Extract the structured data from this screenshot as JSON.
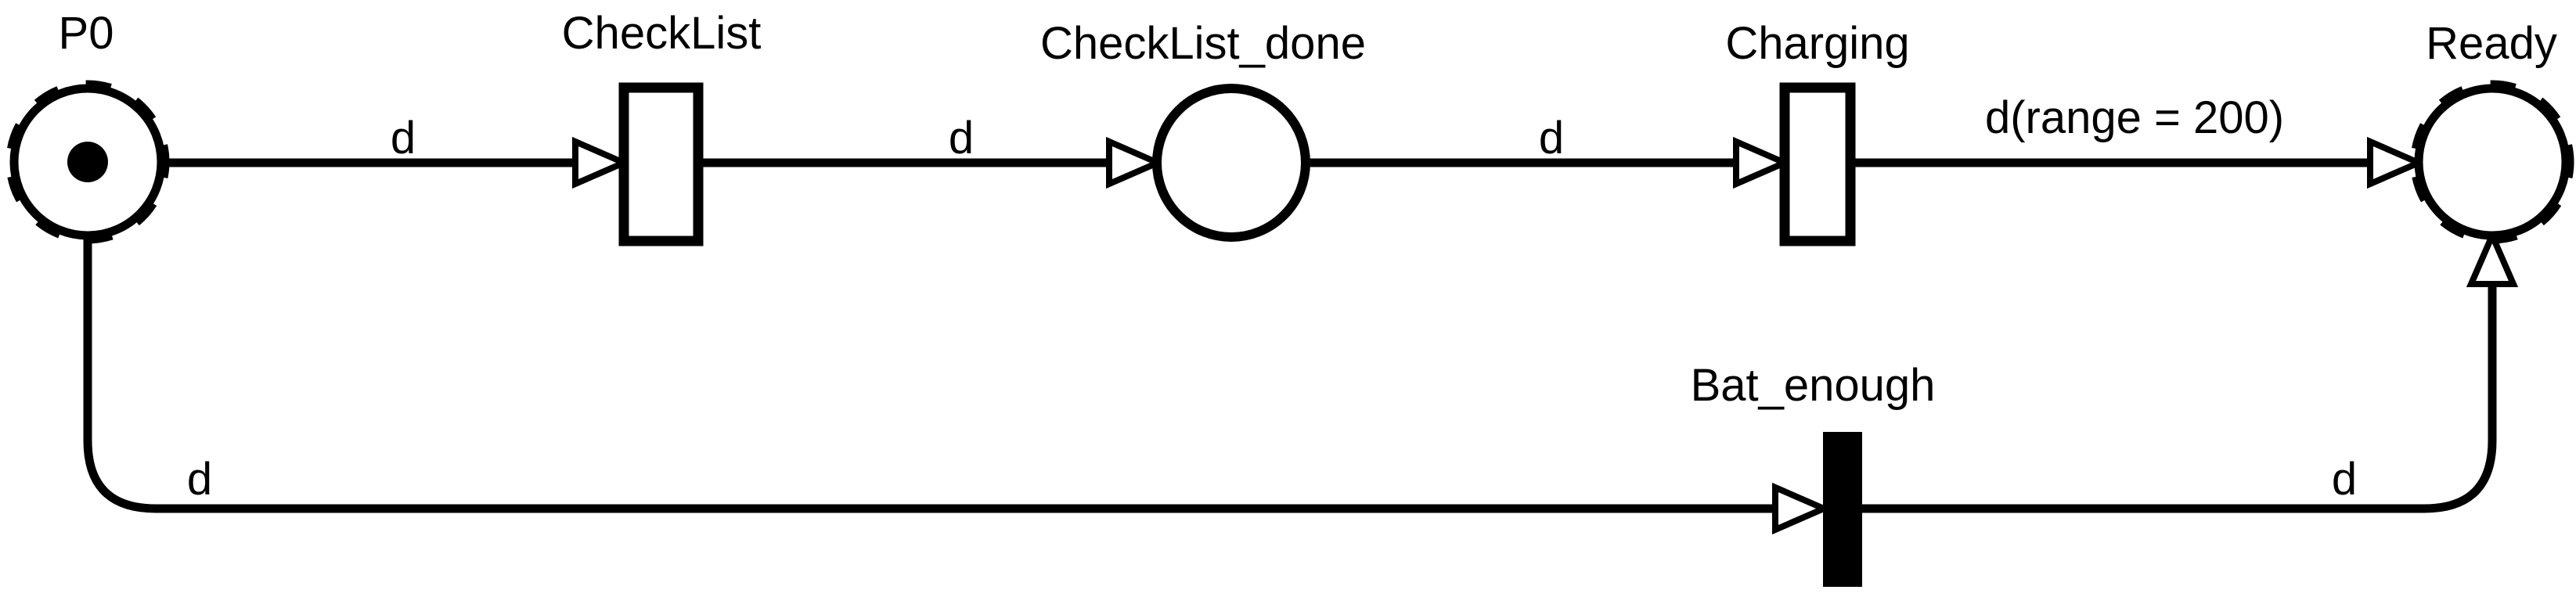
{
  "diagram": {
    "kind": "petri-net",
    "background_color": "#ffffff",
    "stroke_color": "#000000",
    "places": [
      {
        "id": "P0",
        "label": "P0",
        "tokens": 1,
        "border_style": "solid-with-dash-ticks"
      },
      {
        "id": "CheckList_done",
        "label": "CheckList_done",
        "tokens": 0,
        "border_style": "solid"
      },
      {
        "id": "Ready",
        "label": "Ready",
        "tokens": 0,
        "border_style": "solid-with-dash-ticks"
      }
    ],
    "transitions": [
      {
        "id": "CheckList",
        "label": "CheckList",
        "style": "hollow-rectangle"
      },
      {
        "id": "Charging",
        "label": "Charging",
        "style": "hollow-rectangle"
      },
      {
        "id": "Bat_enough",
        "label": "Bat_enough",
        "style": "filled-rectangle"
      }
    ],
    "arcs": [
      {
        "from": "P0",
        "to": "CheckList",
        "label": "d"
      },
      {
        "from": "CheckList",
        "to": "CheckList_done",
        "label": "d"
      },
      {
        "from": "CheckList_done",
        "to": "Charging",
        "label": "d"
      },
      {
        "from": "Charging",
        "to": "Ready",
        "label": "d(range = 200)"
      },
      {
        "from": "P0",
        "to": "Bat_enough",
        "label": "d"
      },
      {
        "from": "Bat_enough",
        "to": "Ready",
        "label": "d"
      }
    ]
  }
}
